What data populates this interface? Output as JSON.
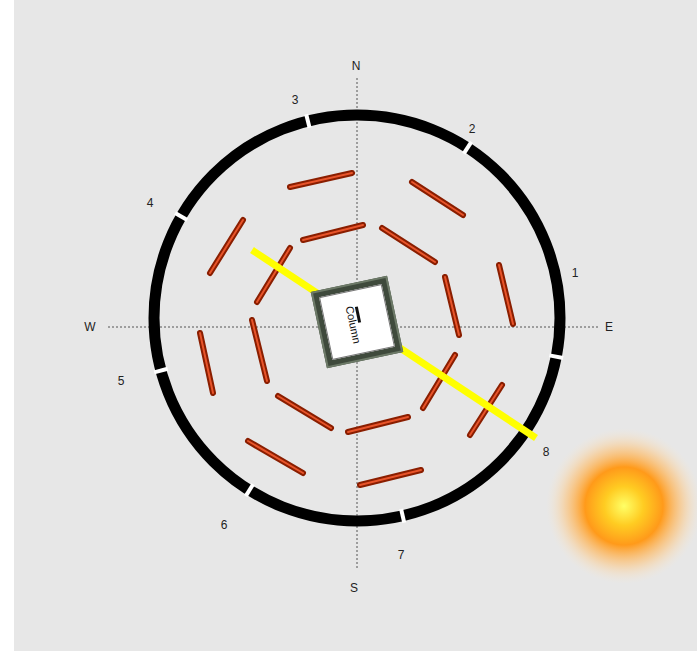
{
  "diagram": {
    "nodes": [
      {
        "text": [
          "Column"
        ]
      }
    ],
    "labels": [
      "N",
      "E",
      "S",
      "W",
      "1",
      "2",
      "3",
      "4",
      "5",
      "6",
      "7",
      "8"
    ]
  }
}
